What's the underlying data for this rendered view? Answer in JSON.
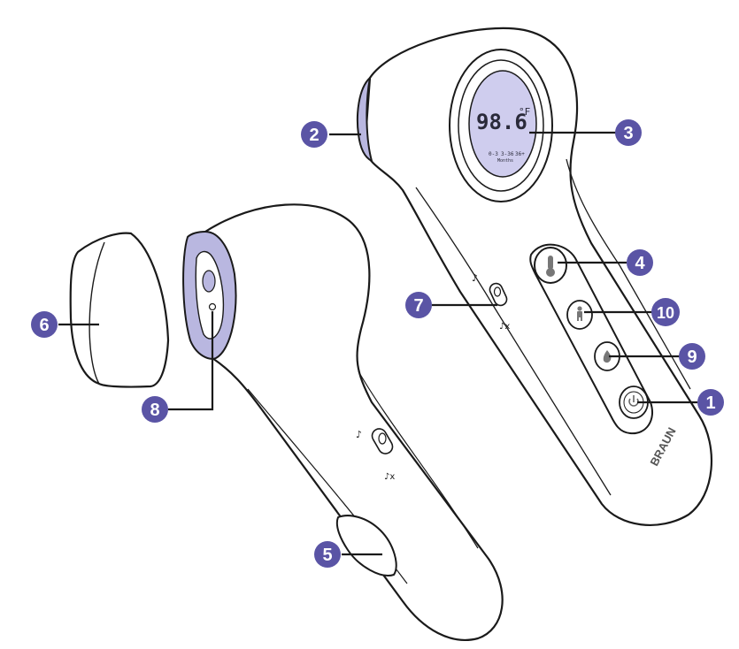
{
  "colors": {
    "callout": "#5a54a5",
    "outline": "#1a1a1a",
    "lens": "#b9b7e0",
    "lcd": "#cfcdee",
    "body": "#ffffff"
  },
  "lcd": {
    "reading": "98.6",
    "unit": "°F",
    "age_labels": [
      "0-3",
      "3-36",
      "36+"
    ],
    "months_label": "Months"
  },
  "brand": "BRAUN",
  "callouts": [
    {
      "id": "1",
      "label": "1"
    },
    {
      "id": "2",
      "label": "2"
    },
    {
      "id": "3",
      "label": "3"
    },
    {
      "id": "4",
      "label": "4"
    },
    {
      "id": "5",
      "label": "5"
    },
    {
      "id": "6",
      "label": "6"
    },
    {
      "id": "7",
      "label": "7"
    },
    {
      "id": "8",
      "label": "8"
    },
    {
      "id": "9",
      "label": "9"
    },
    {
      "id": "10",
      "label": "10"
    }
  ],
  "icons": {
    "sound_on": "bell-icon",
    "sound_off": "bell-muted-icon",
    "temperature": "thermometer-icon",
    "age": "child-icon",
    "fever_guidance": "drop-icon",
    "power": "power-icon"
  }
}
